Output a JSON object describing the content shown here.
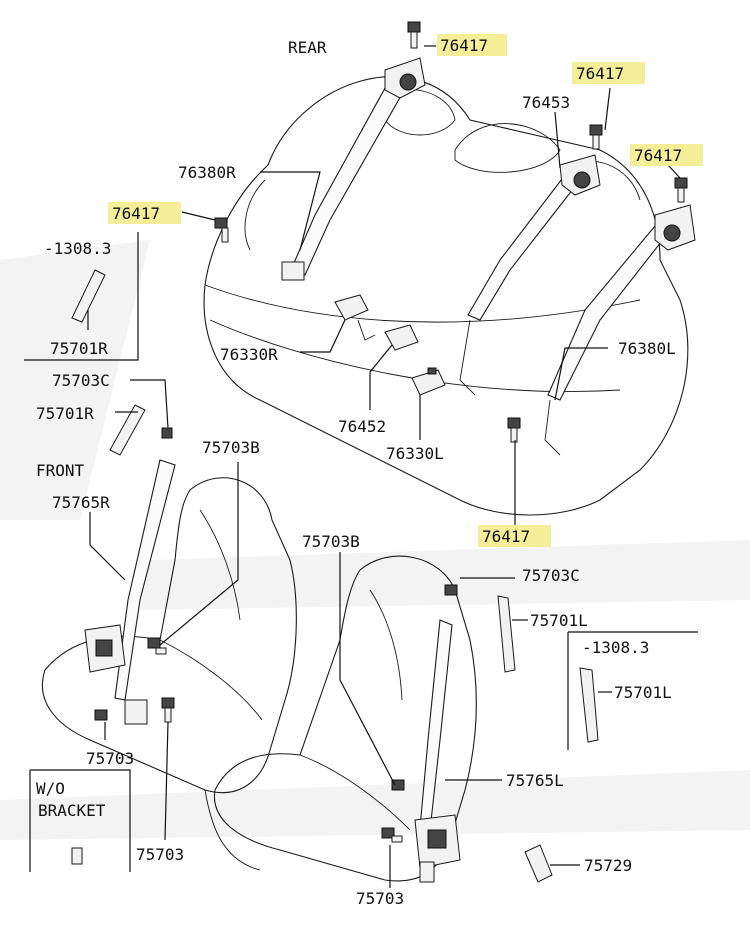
{
  "labels": {
    "rear": "REAR",
    "front": "FRONT",
    "wo_bracket_1": "W/O",
    "wo_bracket_2": "BRACKET",
    "bolt_top_center": "76417",
    "bolt_top_right_a": "76417",
    "bolt_top_right_b": "76417",
    "bolt_left": "76417",
    "bolt_bottom": "76417",
    "buckle_rear_right": "76453",
    "belt_rear_right": "76380R",
    "belt_rear_left": "76380L",
    "buckle_76330r": "76330R",
    "buckle_76452": "76452",
    "buckle_76330l": "76330L",
    "range_left": "-1308.3",
    "range_right": "-1308.3",
    "guide_75701r_a": "75701R",
    "guide_75701r_b": "75701R",
    "bolt_75703c_left": "75703C",
    "bolt_75703c_right": "75703C",
    "belt_75765r": "75765R",
    "belt_75765l": "75765L",
    "bolt_75703b_left": "75703B",
    "bolt_75703b_right": "75703B",
    "guide_75701l_a": "75701L",
    "guide_75701l_b": "75701L",
    "bolt_75703_a": "75703",
    "bolt_75703_b": "75703",
    "bolt_75703_c": "75703",
    "buckle_75729": "75729"
  },
  "colors": {
    "highlight": "#f4ee98",
    "line": "#1a1a1a",
    "watermark": "#f3f3f3"
  }
}
